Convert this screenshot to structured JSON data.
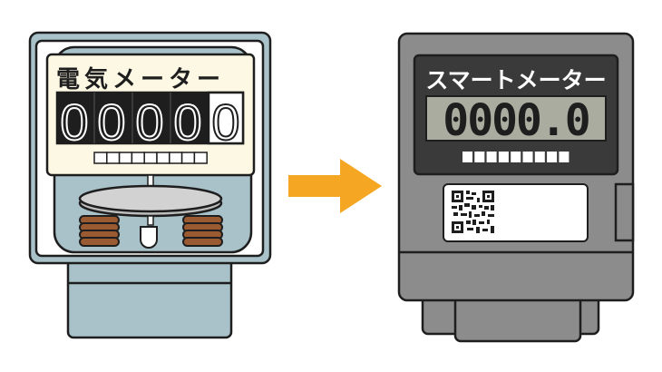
{
  "old_meter": {
    "title": "電気メーター",
    "digits": [
      "0",
      "0",
      "0",
      "0",
      "0"
    ],
    "colors": {
      "body": "#a9c2c9",
      "panel": "#fdf8e4",
      "coil": "#9a5a32"
    }
  },
  "smart_meter": {
    "title": "スマートメーター",
    "reading": "0000.0",
    "colors": {
      "body": "#8c8c8c",
      "display": "#3a3a3a",
      "lcd": "#a9ac9f"
    }
  },
  "arrow": {
    "icon": "arrow-right-icon",
    "color": "#f5a623"
  }
}
